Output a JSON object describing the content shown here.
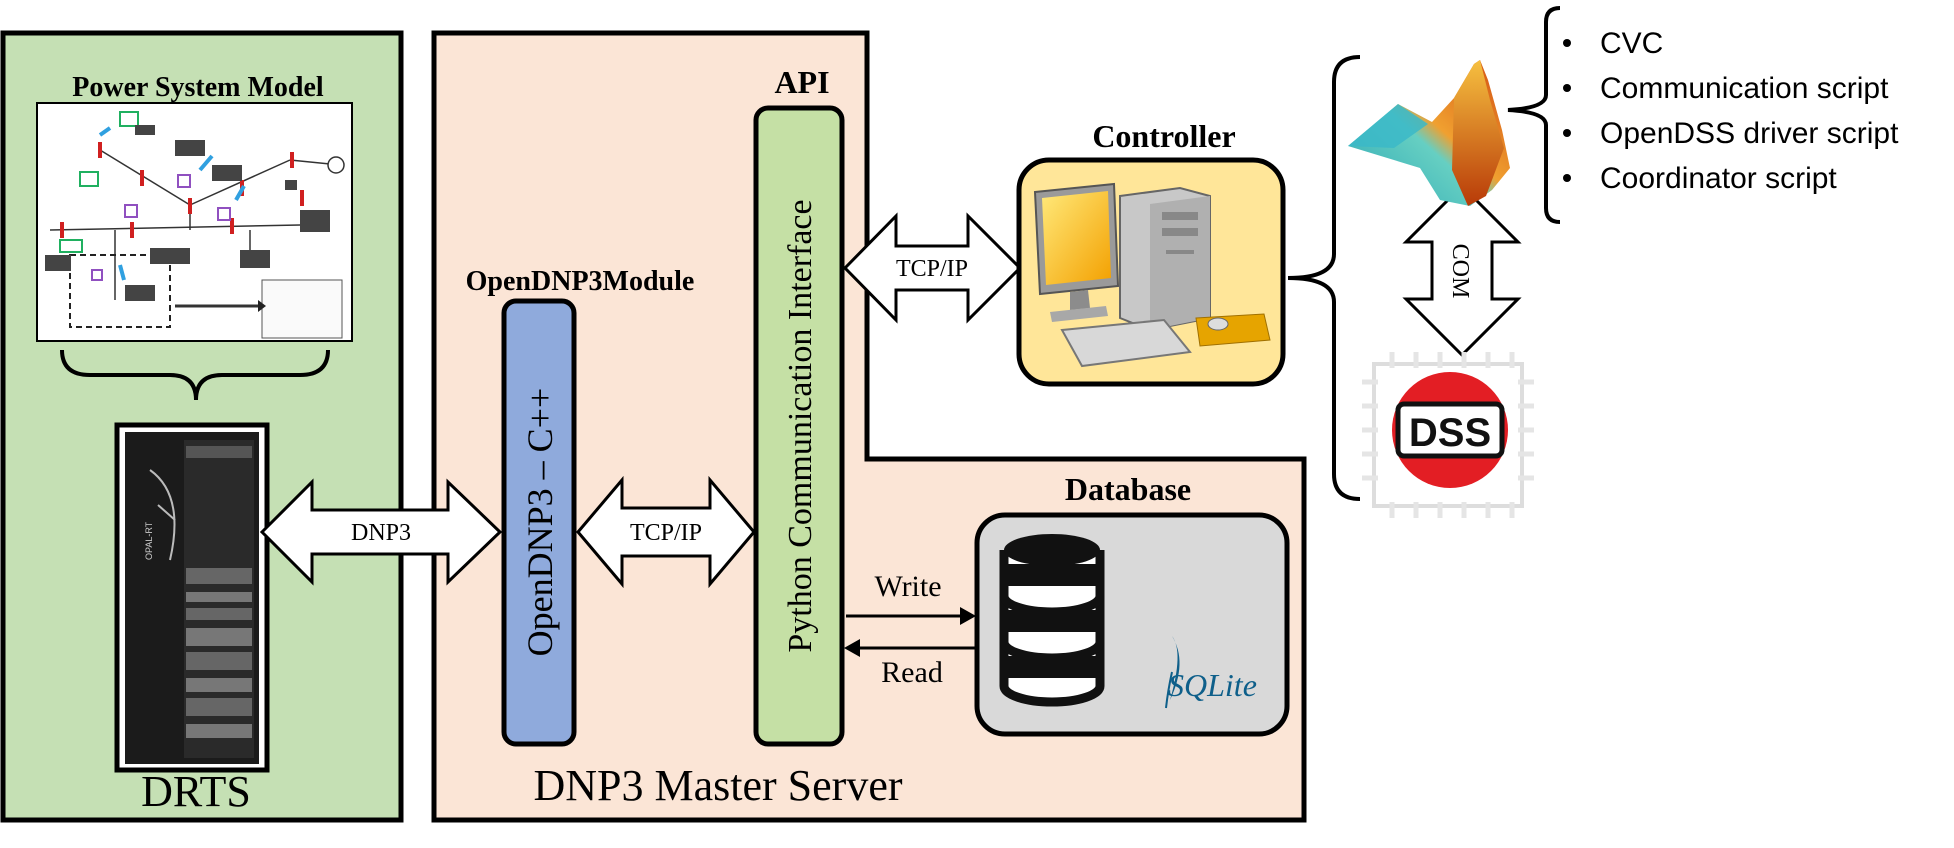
{
  "drts": {
    "title": "Power System Model",
    "label": "DRTS",
    "rack_brand": "OPAL-RT"
  },
  "master": {
    "label": "DNP3 Master Server",
    "module_title": "OpenDNP3Module",
    "module_label": "OpenDNP3 – C++",
    "api_title": "API",
    "api_label": "Python Communication Interface"
  },
  "links": {
    "dnp3": "DNP3",
    "tcp_ip_inner": "TCP/IP",
    "tcp_ip_controller": "TCP/IP",
    "com": "COM",
    "write": "Write",
    "read": "Read"
  },
  "controller": {
    "title": "Controller"
  },
  "database": {
    "title": "Database",
    "engine": "SQLite"
  },
  "opendss_logo": "DSS",
  "scripts": [
    "CVC",
    "Communication script",
    "OpenDSS driver script",
    "Coordinator script"
  ],
  "colors": {
    "drts_bg": "#c5e0b4",
    "master_bg": "#fbe5d6",
    "module_fill": "#8faadc",
    "api_fill": "#c5e0a5",
    "controller_fill": "#ffe699",
    "database_fill": "#d9d9d9"
  }
}
